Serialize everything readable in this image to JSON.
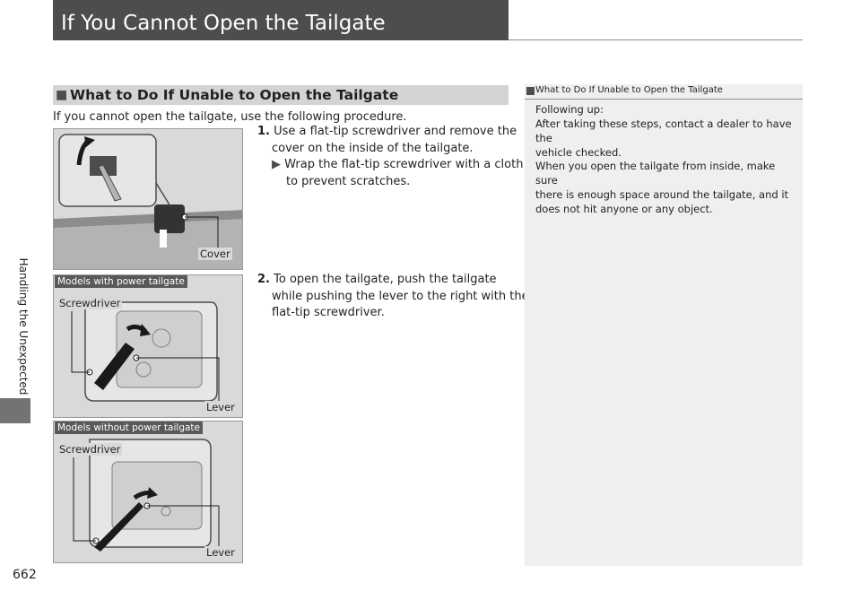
{
  "header": {
    "title": "If You Cannot Open the Tailgate"
  },
  "side_tab": {
    "label": "Handling the Unexpected"
  },
  "page_number": "662",
  "section": {
    "marker": "■",
    "title": "What to Do If Unable to Open the Tailgate"
  },
  "intro": "If you cannot open the tailgate, use the following procedure.",
  "steps": [
    {
      "number": "1.",
      "lines": [
        "Use a flat-tip screwdriver and remove the",
        "cover on the inside of the tailgate."
      ],
      "subtip": {
        "marker": "▶",
        "lines": [
          "Wrap the flat-tip screwdriver with a cloth",
          "to prevent scratches."
        ]
      }
    },
    {
      "number": "2.",
      "lines": [
        "To open the tailgate, push the tailgate",
        "while pushing the lever to the right with the",
        "flat-tip screwdriver."
      ]
    }
  ],
  "figures": [
    {
      "callouts": [
        "Cover"
      ]
    },
    {
      "caption": "Models with power tailgate",
      "callouts": [
        "Screwdriver",
        "Lever"
      ]
    },
    {
      "caption": "Models without power tailgate",
      "callouts": [
        "Screwdriver",
        "Lever"
      ]
    }
  ],
  "sidebar": {
    "title": "What to Do If Unable to Open the Tailgate",
    "paragraphs": [
      [
        "Following up:",
        "After taking these steps, contact a dealer to have the",
        "vehicle checked."
      ],
      [
        "When you open the tailgate from inside, make sure",
        "there is enough space around the tailgate, and it",
        "does not hit anyone or any object."
      ]
    ]
  }
}
